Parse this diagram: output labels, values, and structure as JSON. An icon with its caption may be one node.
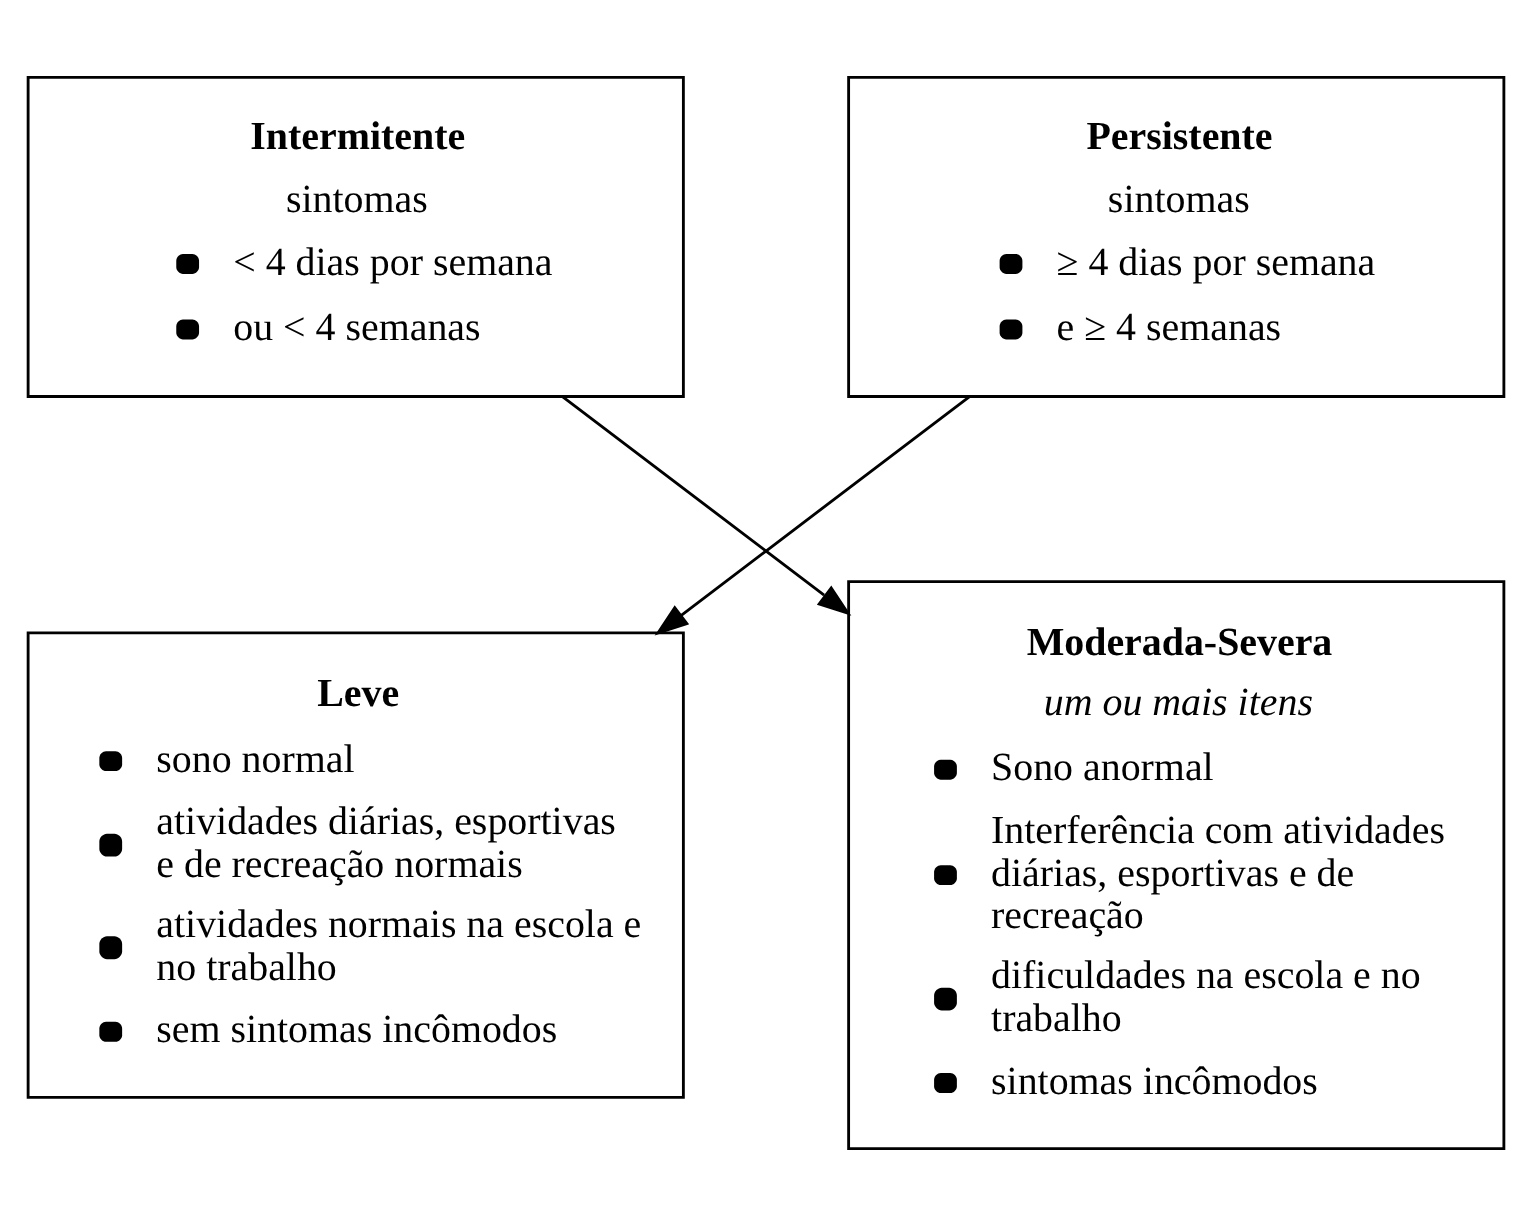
{
  "diagram": {
    "nodes": [
      {
        "text": [
          "Intermitente",
          "sintomas",
          "< 4 dias por semana",
          "ou < 4 semanas"
        ]
      },
      {
        "text": [
          "Persistente",
          "sintomas",
          "≥ 4 dias por semana",
          "e ≥ 4 semanas"
        ]
      },
      {
        "text": [
          "Leve",
          "sono normal",
          "atividades diárias, esportivas e de recreação normais",
          "atividades normais na escola e no trabalho",
          "sem sintomas incômodos"
        ]
      },
      {
        "text": [
          "Moderada-Severa",
          "um ou mais itens",
          "Sono anormal",
          "Interferência com atividades diárias, esportivas e de recreação",
          "dificuldades na escola e no trabalho",
          "sintomas incômodos"
        ]
      }
    ],
    "edges": [
      {
        "from": 0,
        "to": 3,
        "arrow": "to"
      },
      {
        "from": 1,
        "to": 2,
        "arrow": "to"
      }
    ]
  }
}
